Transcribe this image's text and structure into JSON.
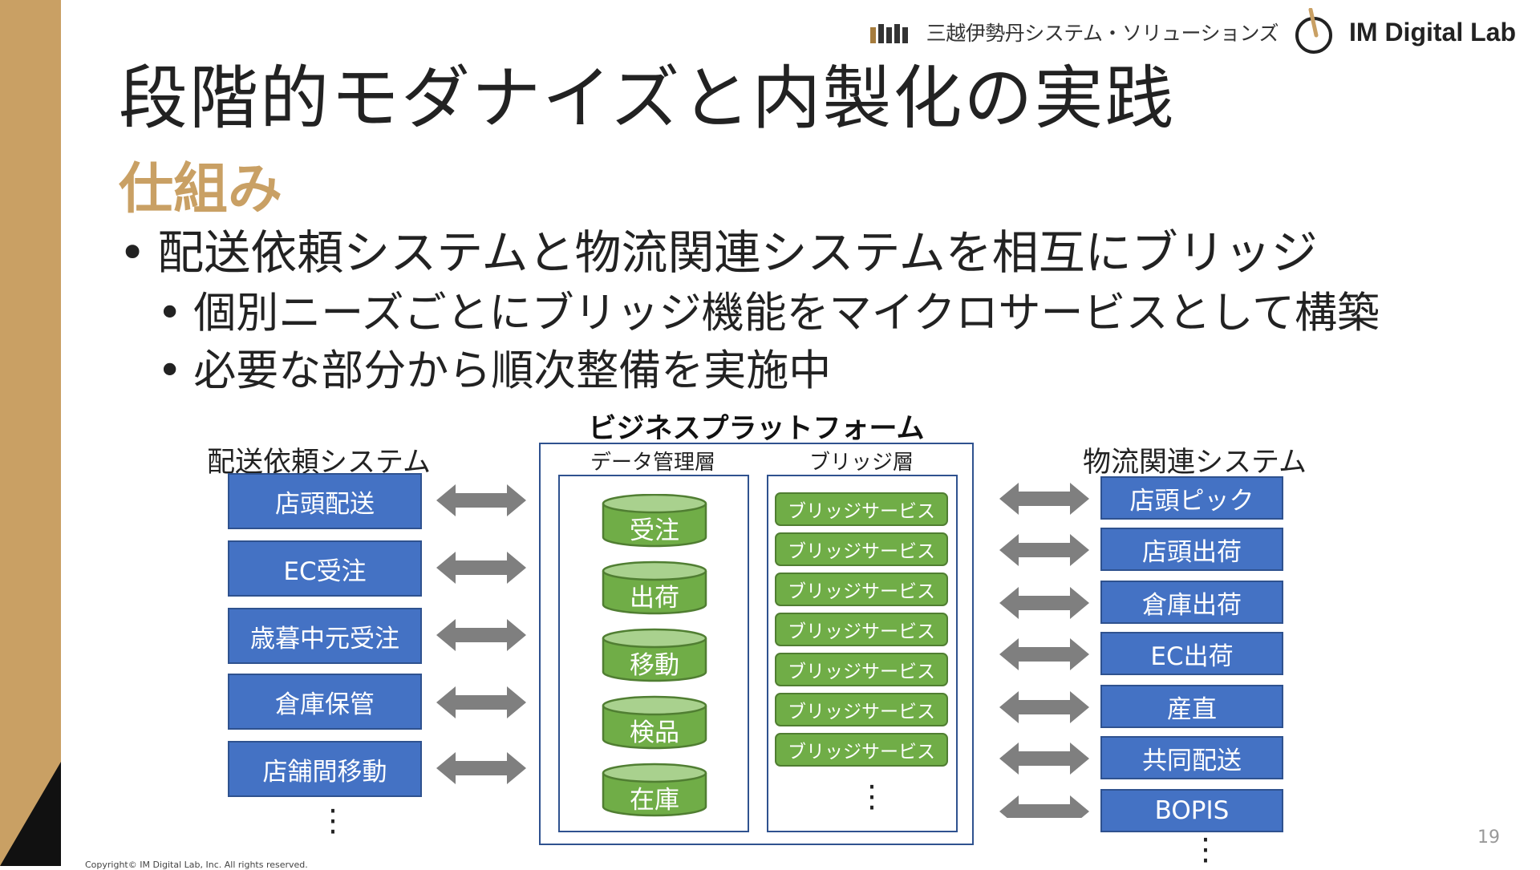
{
  "header": {
    "company_jp": "三越伊勢丹システム・ソリューションズ",
    "company_en": "IM Digital Lab"
  },
  "slide": {
    "title": "段階的モダナイズと内製化の実践",
    "subtitle": "仕組み",
    "bullets": [
      "配送依頼システムと物流関連システムを相互にブリッジ",
      "個別ニーズごとにブリッジ機能をマイクロサービスとして構築",
      "必要な部分から順次整備を実施中"
    ],
    "page_number": "19",
    "copyright": "Copyright© IM Digital Lab, Inc. All rights reserved."
  },
  "diagram": {
    "left_group": {
      "label": "配送依頼システム",
      "items": [
        "店頭配送",
        "EC受注",
        "歳暮中元受注",
        "倉庫保管",
        "店舗間移動"
      ],
      "more": "⋮"
    },
    "platform": {
      "label": "ビジネスプラットフォーム",
      "data_layer": {
        "label": "データ管理層",
        "items": [
          "受注",
          "出荷",
          "移動",
          "検品",
          "在庫"
        ]
      },
      "bridge_layer": {
        "label": "ブリッジ層",
        "items": [
          "ブリッジサービス",
          "ブリッジサービス",
          "ブリッジサービス",
          "ブリッジサービス",
          "ブリッジサービス",
          "ブリッジサービス",
          "ブリッジサービス"
        ],
        "more": "⋮"
      }
    },
    "right_group": {
      "label": "物流関連システム",
      "items": [
        "店頭ピック",
        "店頭出荷",
        "倉庫出荷",
        "EC出荷",
        "産直",
        "共同配送",
        "BOPIS"
      ],
      "more": "⋮"
    }
  },
  "colors": {
    "gold": "#C9A064",
    "blue_box": "#4472C4",
    "green": "#70AD47",
    "arrow": "#7F7F7F"
  }
}
